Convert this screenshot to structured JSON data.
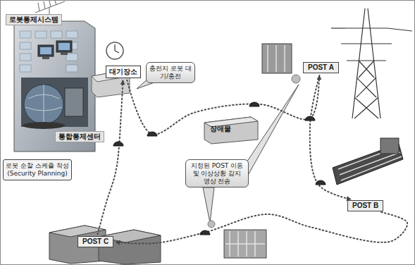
{
  "diagram": {
    "nodes": [
      {
        "text": [
          "로봇통제시스템"
        ]
      },
      {
        "text": [
          "통합통제센터"
        ]
      },
      {
        "text": [
          "로봇 순찰 스케쥴 작성 (Security Planning)"
        ]
      },
      {
        "text": [
          "대기장소"
        ]
      },
      {
        "text": [
          "충전지 로봇 대기/충전"
        ]
      },
      {
        "text": [
          "장애물"
        ]
      },
      {
        "text": [
          "POST A"
        ]
      },
      {
        "text": [
          "POST B"
        ]
      },
      {
        "text": [
          "POST C"
        ]
      },
      {
        "text": [
          "지정된 POST 이동 및 이상상황 감지 영상 전송"
        ]
      }
    ],
    "edges": [
      {
        "from": 3,
        "to": 6,
        "arrow": "to"
      },
      {
        "from": 6,
        "to": 7,
        "arrow": "to"
      },
      {
        "from": 7,
        "to": 8,
        "arrow": "to"
      },
      {
        "from": 8,
        "to": 3,
        "arrow": "to"
      }
    ]
  }
}
